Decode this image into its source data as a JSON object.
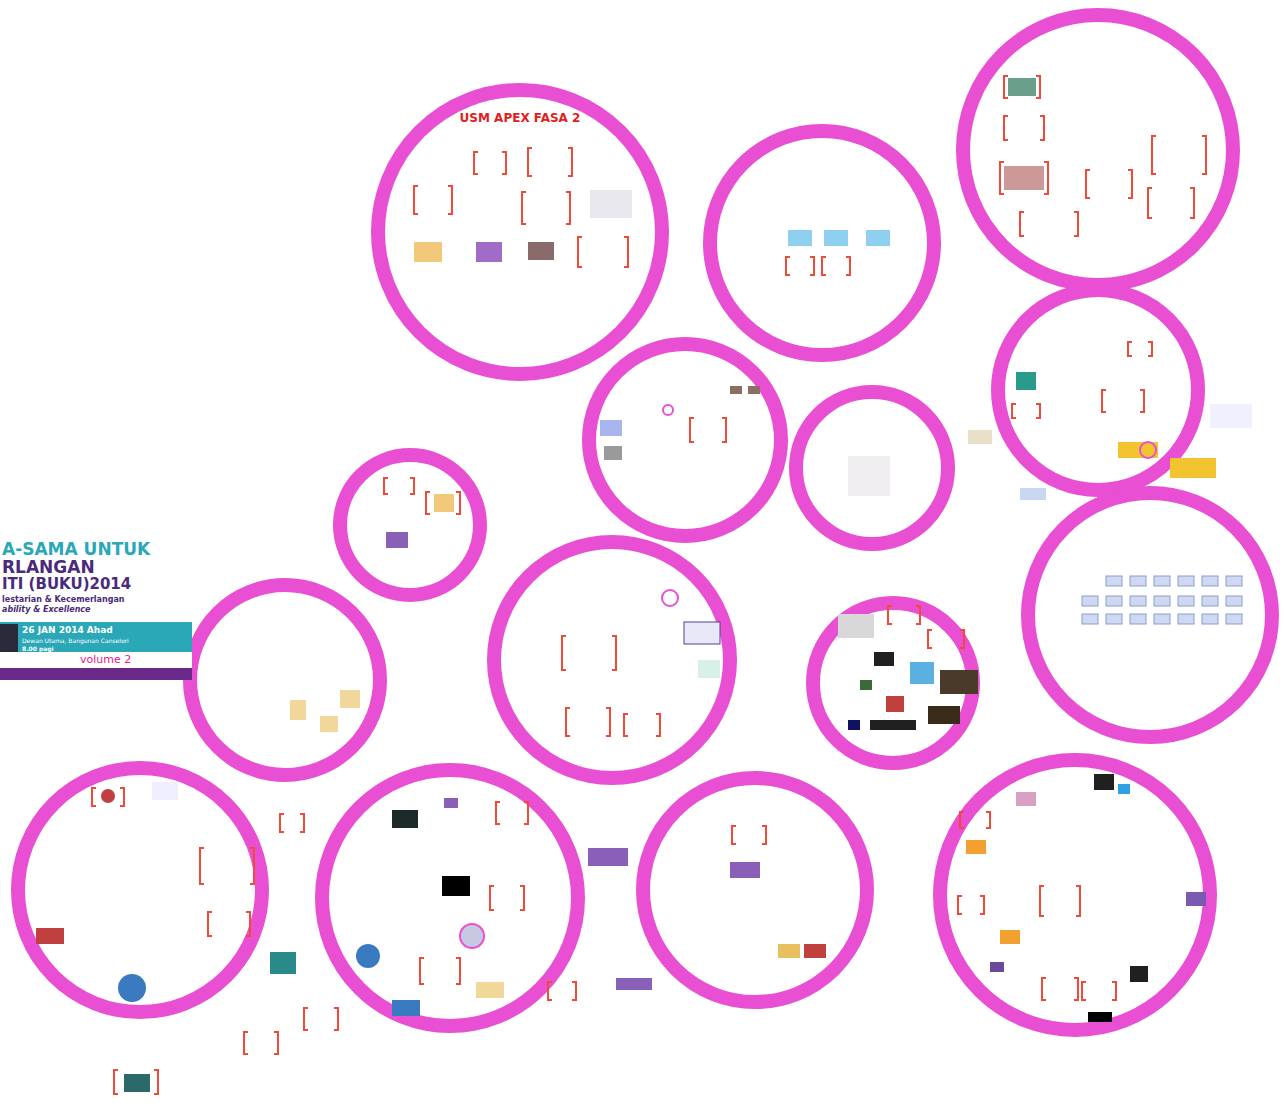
{
  "diagram": {
    "nodes": [
      {
        "text": [
          "A-SAMA UNTUK",
          "RLANGAN",
          "ITI (BUKU)2014",
          "lestarian & Kecemerlangan",
          "ability & Excellence",
          "26 JAN 2014 Ahad",
          "Dewan Utama, Bangunan Canselori",
          "8.00 pagi",
          "volume 2"
        ]
      },
      {
        "text": [
          "USM APEX FASA 2"
        ]
      }
    ]
  }
}
